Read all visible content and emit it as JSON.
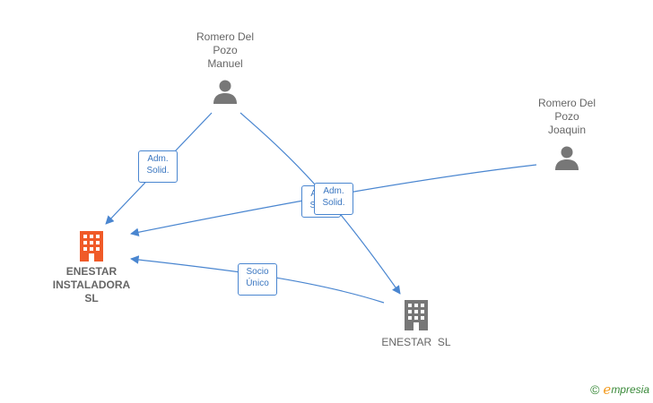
{
  "nodes": {
    "person_manuel": {
      "lines": [
        "Romero Del",
        "Pozo",
        "Manuel"
      ],
      "icon": "person-icon"
    },
    "person_joaquin": {
      "lines": [
        "Romero Del",
        "Pozo",
        "Joaquin"
      ],
      "icon": "person-icon"
    },
    "company_instaladora": {
      "lines": [
        "ENESTAR",
        "INSTALADORA",
        "SL"
      ],
      "icon": "building-icon",
      "color": "#f05a28"
    },
    "company_enestar": {
      "lines": [
        "ENESTAR  SL"
      ],
      "icon": "building-icon",
      "color": "#777777"
    }
  },
  "edges": {
    "adm_solid_1": [
      "Adm.",
      "Solid."
    ],
    "adm_solid_2": [
      "Adm.",
      "Solid."
    ],
    "adm_solid_3": [
      "Adm.",
      "Solid."
    ],
    "socio_unico": [
      "Socio",
      "Único"
    ]
  },
  "colors": {
    "edge": "#4a86d0",
    "person": "#777777"
  },
  "brand": {
    "copyright": "©",
    "e": "e",
    "rest": "mpresia"
  }
}
